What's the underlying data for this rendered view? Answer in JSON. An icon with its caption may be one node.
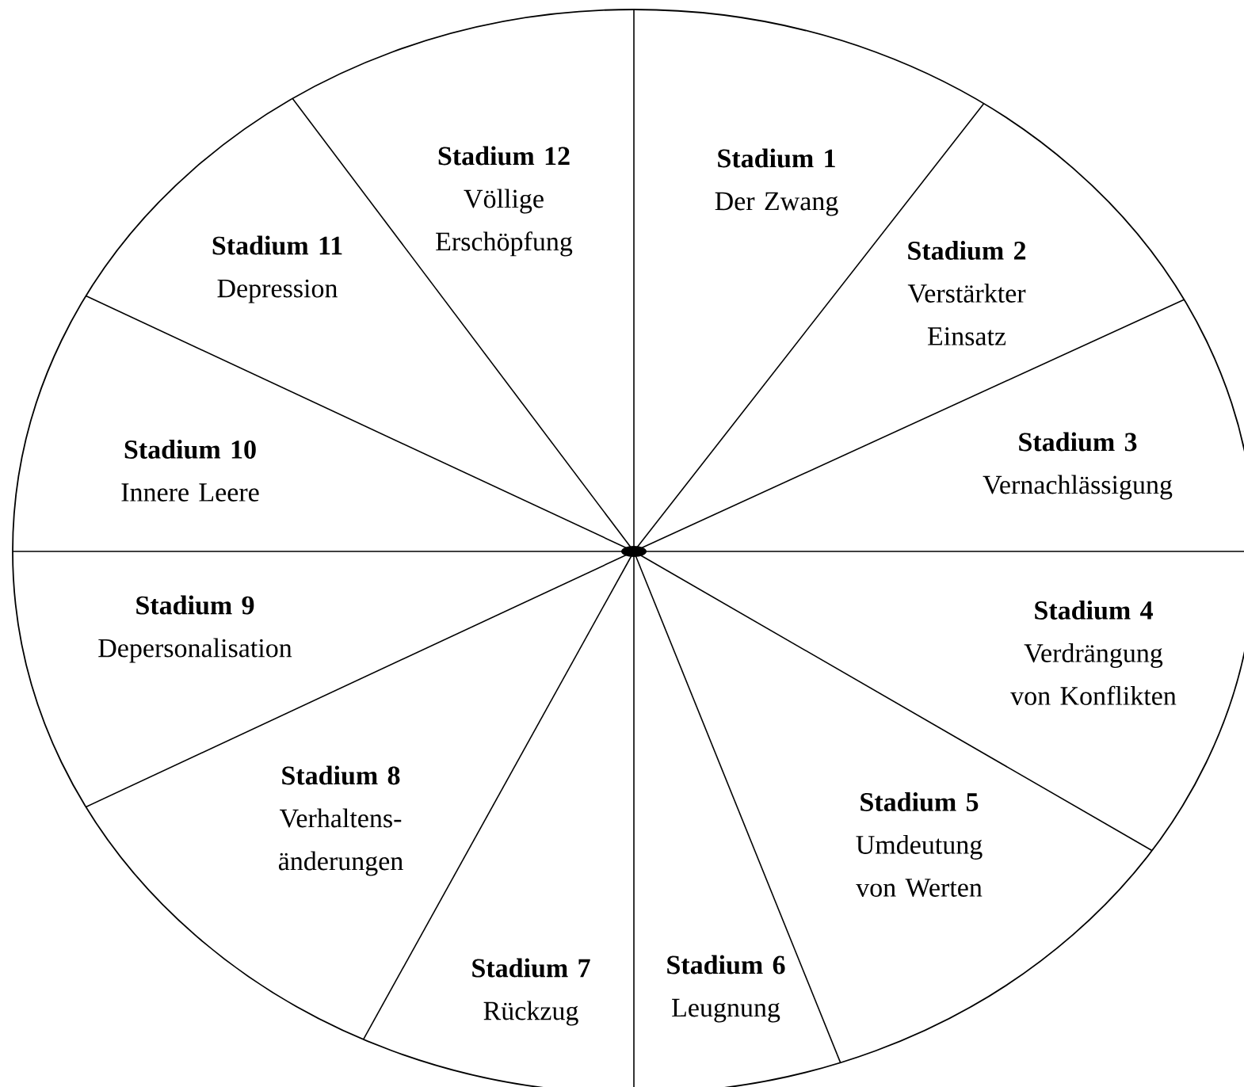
{
  "diagram": {
    "nodes": [
      {
        "text": [
          "Stadium 1",
          "Der Zwang"
        ]
      },
      {
        "text": [
          "Stadium 2",
          "Verstärkter Einsatz"
        ]
      },
      {
        "text": [
          "Stadium 3",
          "Vernachlässigung"
        ]
      },
      {
        "text": [
          "Stadium 4",
          "Verdrängung von Konflikten"
        ]
      },
      {
        "text": [
          "Stadium 5",
          "Umdeutung von Werten"
        ]
      },
      {
        "text": [
          "Stadium 6",
          "Leugnung"
        ]
      },
      {
        "text": [
          "Stadium 7",
          "Rückzug"
        ]
      },
      {
        "text": [
          "Stadium 8",
          "Verhaltens-änderungen"
        ]
      },
      {
        "text": [
          "Stadium 9",
          "Depersonalisation"
        ]
      },
      {
        "text": [
          "Stadium 10",
          "Innere Leere"
        ]
      },
      {
        "text": [
          "Stadium 11",
          "Depression"
        ]
      },
      {
        "text": [
          "Stadium 12",
          "Völlige Erschöpfung"
        ]
      }
    ]
  }
}
